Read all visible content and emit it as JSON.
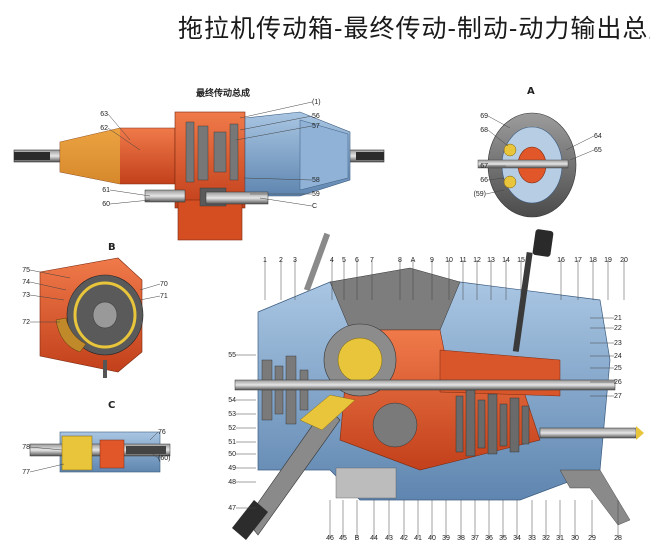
{
  "title": "拖拉机传动箱-最终传动-制动-动力输出总成",
  "final_drive": {
    "title": "最终传动总成",
    "labels": [
      "63",
      "62",
      "61",
      "60",
      "(1)",
      "56",
      "57",
      "58",
      "59",
      "C"
    ]
  },
  "section_a": {
    "letter": "A",
    "labels": [
      "69",
      "68",
      "67",
      "66",
      "(59)",
      "64",
      "65"
    ]
  },
  "section_b": {
    "letter": "B",
    "labels": [
      "75",
      "74",
      "73",
      "72",
      "70",
      "71"
    ]
  },
  "section_c": {
    "letter": "C",
    "labels": [
      "78",
      "77",
      "76",
      "(60)"
    ]
  },
  "main_assembly": {
    "top_labels": [
      "1",
      "2",
      "3",
      "4",
      "5",
      "6",
      "7",
      "8",
      "A",
      "9",
      "10",
      "11",
      "12",
      "13",
      "14",
      "15",
      "16",
      "17",
      "18",
      "19",
      "20"
    ],
    "left_labels": [
      "55",
      "54",
      "53",
      "52",
      "51",
      "50",
      "49",
      "48",
      "47"
    ],
    "right_labels": [
      "21",
      "22",
      "23",
      "24",
      "25",
      "26",
      "27"
    ],
    "bottom_labels": [
      "46",
      "45",
      "B",
      "44",
      "43",
      "42",
      "41",
      "40",
      "39",
      "38",
      "37",
      "36",
      "35",
      "34",
      "33",
      "32",
      "31",
      "30",
      "29",
      "28"
    ]
  },
  "colors": {
    "housing_blue": "#7fa7cf",
    "housing_orange": "#e2572a",
    "steel": "#6f6f6f",
    "shaft_dark": "#3a3a3a",
    "yellow": "#e8c53a"
  }
}
